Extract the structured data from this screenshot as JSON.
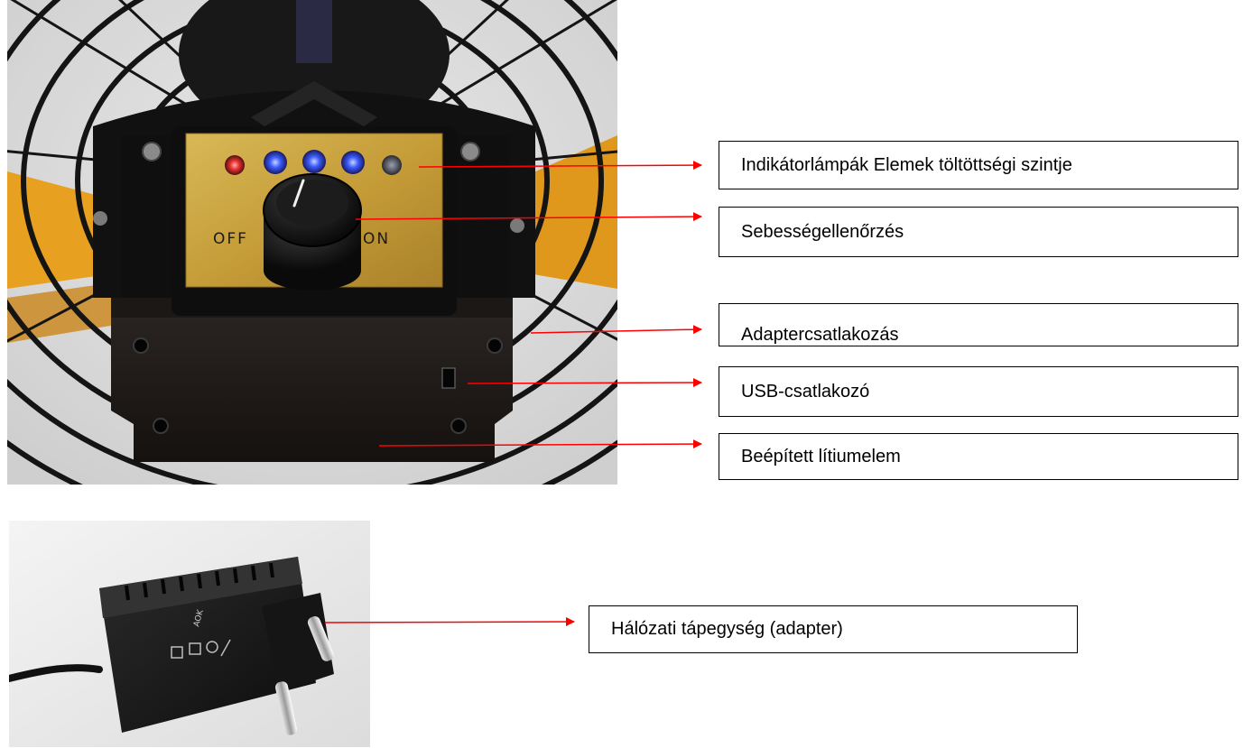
{
  "panel": {
    "off_label": "OFF",
    "on_label": "ON"
  },
  "adapter": {
    "brand_text": "AOK"
  },
  "callouts": [
    {
      "id": "indicator-lamps",
      "label": "Indikátorlámpák Elemek töltöttségi szintje"
    },
    {
      "id": "speed-control",
      "label": "Sebességellenőrzés"
    },
    {
      "id": "adapter-connection",
      "label": "Adaptercsatlakozás"
    },
    {
      "id": "usb-connector",
      "label": "USB-csatlakozó"
    },
    {
      "id": "lithium-battery",
      "label": "Beépített lítiumelem"
    },
    {
      "id": "power-adapter",
      "label": "Hálózati tápegység (adapter)"
    }
  ],
  "colors": {
    "arrow": "#ff0000",
    "led_red": "#e83030",
    "led_blue": "#3a5cff",
    "panel_gold": "#c9a640",
    "blade_orange": "#e8a020"
  }
}
